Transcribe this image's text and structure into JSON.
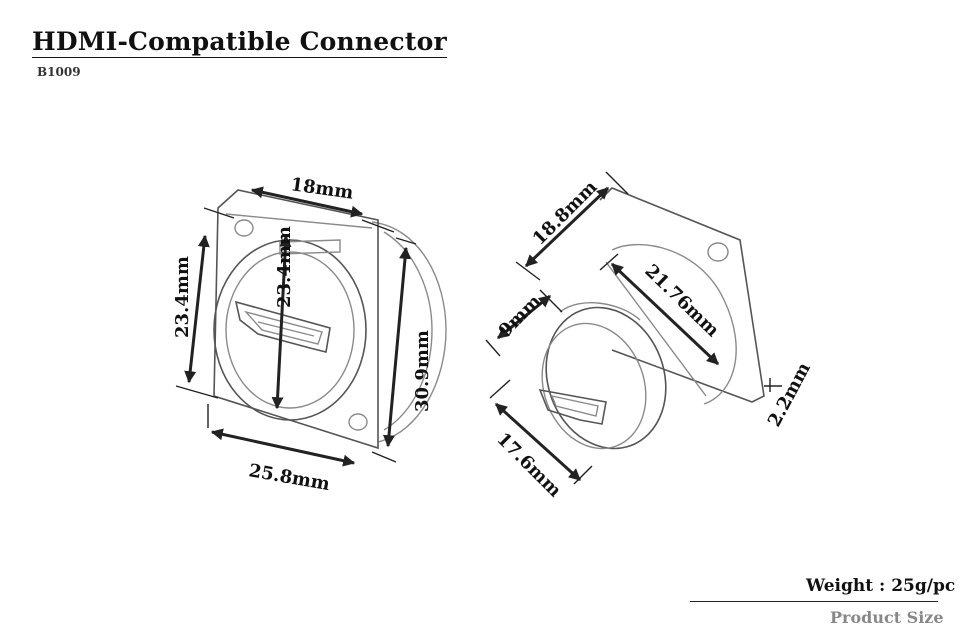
{
  "header": {
    "title": "HDMI-Compatible Connector",
    "model_code": "B1009"
  },
  "dimensions": {
    "front_top_width": "18mm",
    "front_left_height": "23.4mm",
    "front_inner_height": "23.4mm",
    "front_right_height": "30.9mm",
    "front_bottom_width": "25.8mm",
    "side_flange": "18.8mm",
    "side_body_length": "21.76mm",
    "side_front_depth": "9mm",
    "side_front_diameter": "17.6mm",
    "side_flange_thickness": "2.2mm"
  },
  "footer": {
    "weight": "Weight : 25g/pc",
    "section_label": "Product Size"
  }
}
